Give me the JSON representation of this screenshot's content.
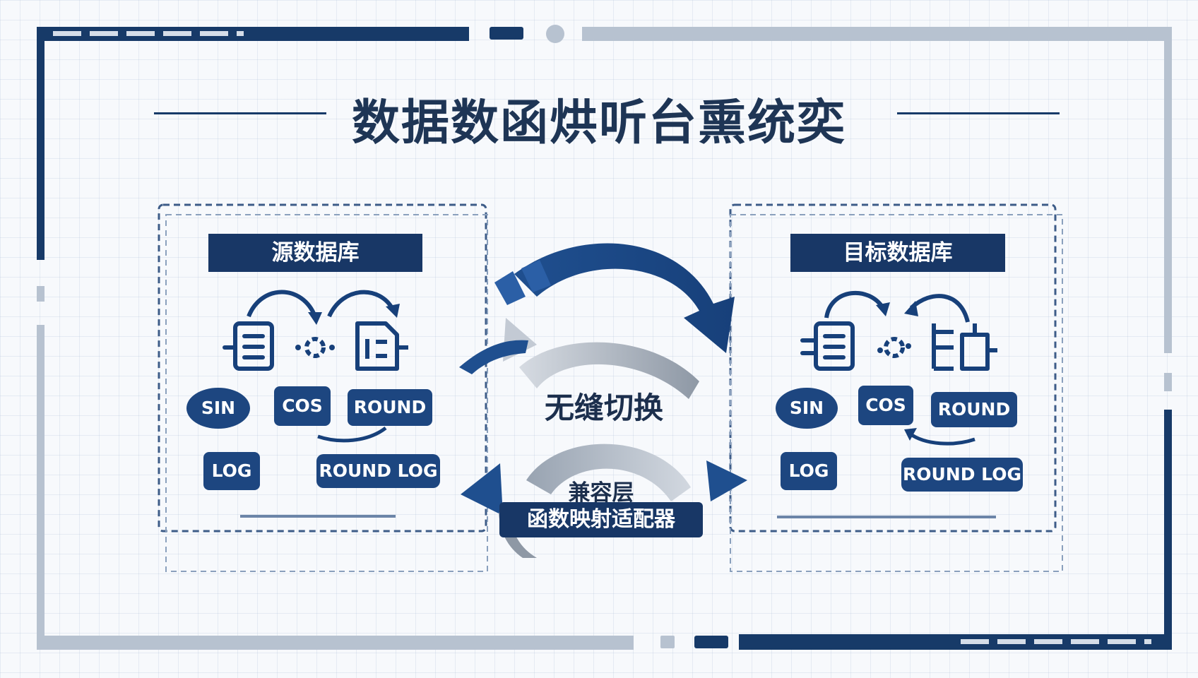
{
  "title": "数据数函烘听台熏统奕",
  "source_panel": {
    "heading": "源数据库",
    "functions": [
      "SIN",
      "COS",
      "ROUND",
      "LOG",
      "ROUND LOG"
    ]
  },
  "target_panel": {
    "heading": "目标数据库",
    "functions": [
      "SIN",
      "COS",
      "ROUND",
      "LOG",
      "ROUND LOG"
    ]
  },
  "center": {
    "switch_label": "无缝切换",
    "compat_title": "兼容层",
    "compat_label": "函数映射适配器"
  },
  "colors": {
    "navy": "#183766",
    "accent": "#2b5fa6",
    "gray": "#a9b3c0"
  }
}
